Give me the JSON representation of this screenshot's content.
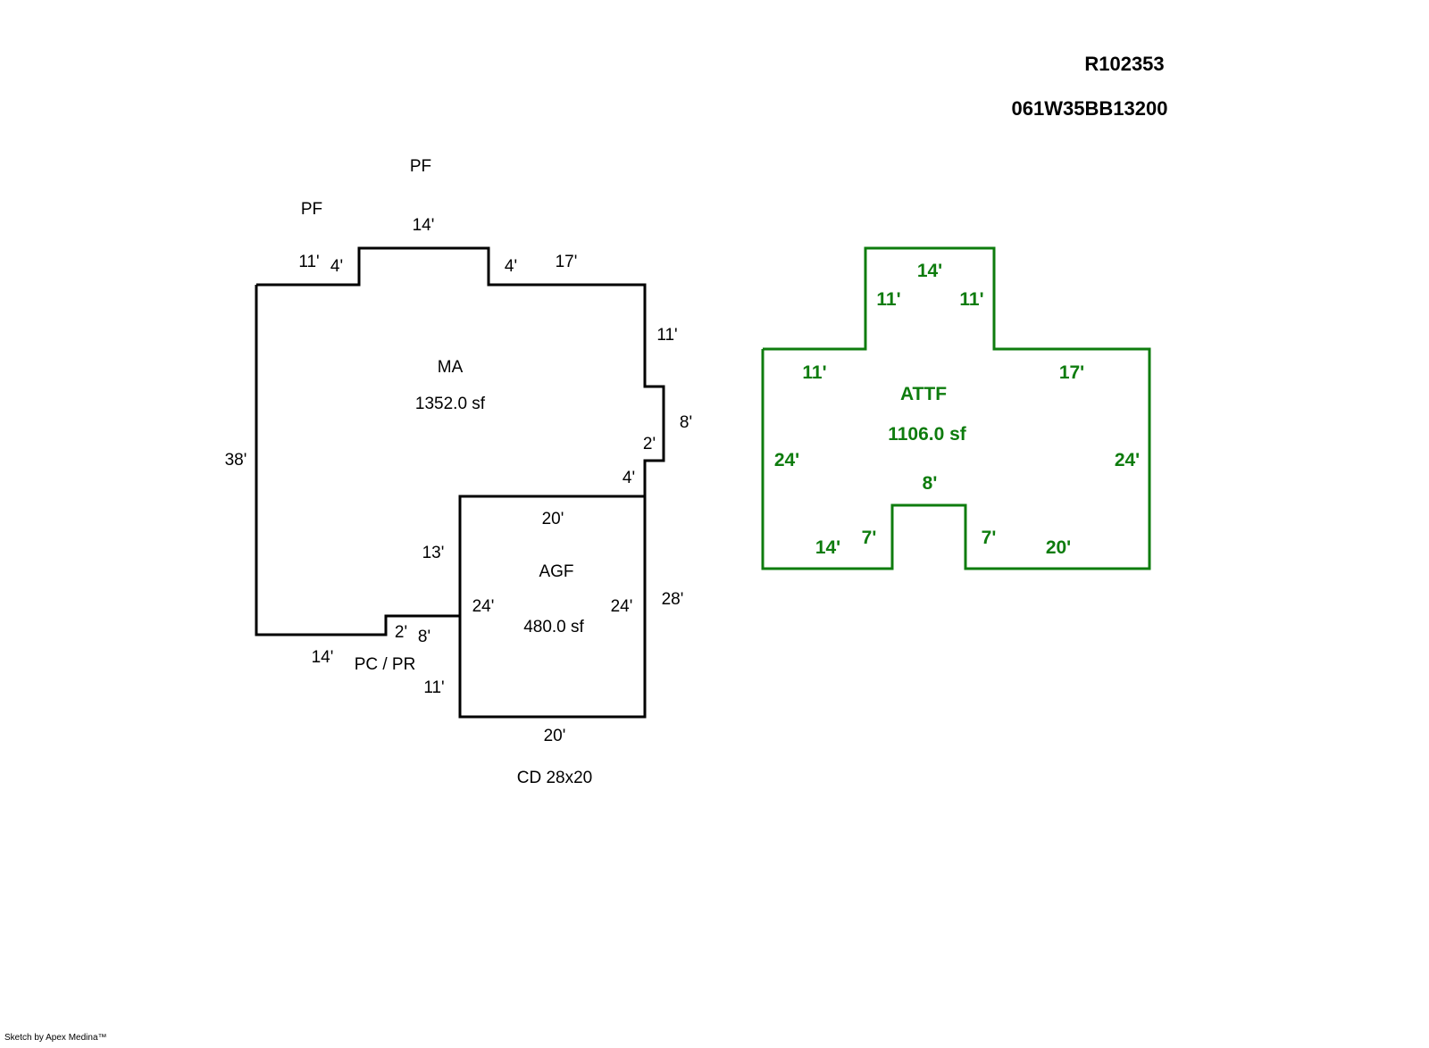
{
  "header": {
    "account_id": "R102353",
    "parcel_number": "061W35BB13200"
  },
  "colors": {
    "main_outline": "#000000",
    "attic_outline": "#0e7c0e"
  },
  "main_area": {
    "code": "MA",
    "area": "1352.0 sf",
    "dimensions": {
      "top_left": "11'",
      "step_left": "4'",
      "top_mid": "14'",
      "step_right": "4'",
      "top_right": "17'",
      "right_upper": "11'",
      "bump_width_top": "2'",
      "bump_height": "8'",
      "right_lower": "4'",
      "left": "38'",
      "inner_left": "13'",
      "bottom": "14'",
      "notch_height": "2'",
      "notch_width": "8'"
    }
  },
  "porch_labels": {
    "pf_top": "PF",
    "pf_left": "PF",
    "pc_pr": "PC / PR",
    "pc_side": "11'"
  },
  "garage": {
    "code": "AGF",
    "area": "480.0 sf",
    "dimensions": {
      "top": "20'",
      "left": "24'",
      "right_inner": "24'",
      "right_outer": "28'",
      "bottom": "20'"
    }
  },
  "deck": {
    "label": "CD  28x20"
  },
  "attic": {
    "code": "ATTF",
    "area": "1106.0 sf",
    "dimensions": {
      "top": "14'",
      "top_left_side": "11'",
      "top_right_side": "11'",
      "upper_left": "11'",
      "upper_right": "17'",
      "left": "24'",
      "right": "24'",
      "notch_top": "8'",
      "notch_left": "7'",
      "notch_right": "7'",
      "bottom_left": "14'",
      "bottom_right": "20'"
    }
  },
  "footer": {
    "credit": "Sketch by Apex Medina™"
  }
}
